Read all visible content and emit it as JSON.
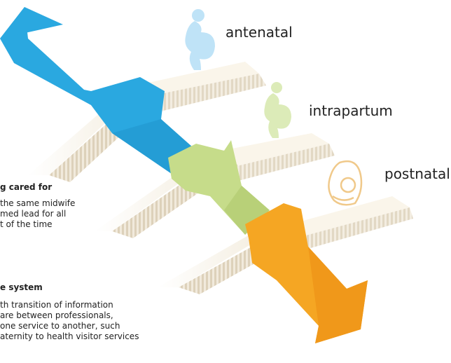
{
  "stages": [
    {
      "label": "antenatal",
      "color": "#2aa8e0"
    },
    {
      "label": "intrapartum",
      "color": "#c6dc8a"
    },
    {
      "label": "postnatal",
      "color": "#f5a623"
    }
  ],
  "figures": {
    "pregnant_light_blue": "#bfe3f7",
    "pregnant_light_green": "#dcebb8",
    "mother_baby_outline": "#f0c98a"
  },
  "sections": [
    {
      "heading": "g cared for",
      "lines": [
        "the same midwife",
        "med lead for all",
        "t of the time"
      ]
    },
    {
      "heading": "e system",
      "lines": [
        "th transition of information",
        "are between professionals,",
        "one service to another, such",
        "aternity to health visitor services"
      ]
    }
  ]
}
